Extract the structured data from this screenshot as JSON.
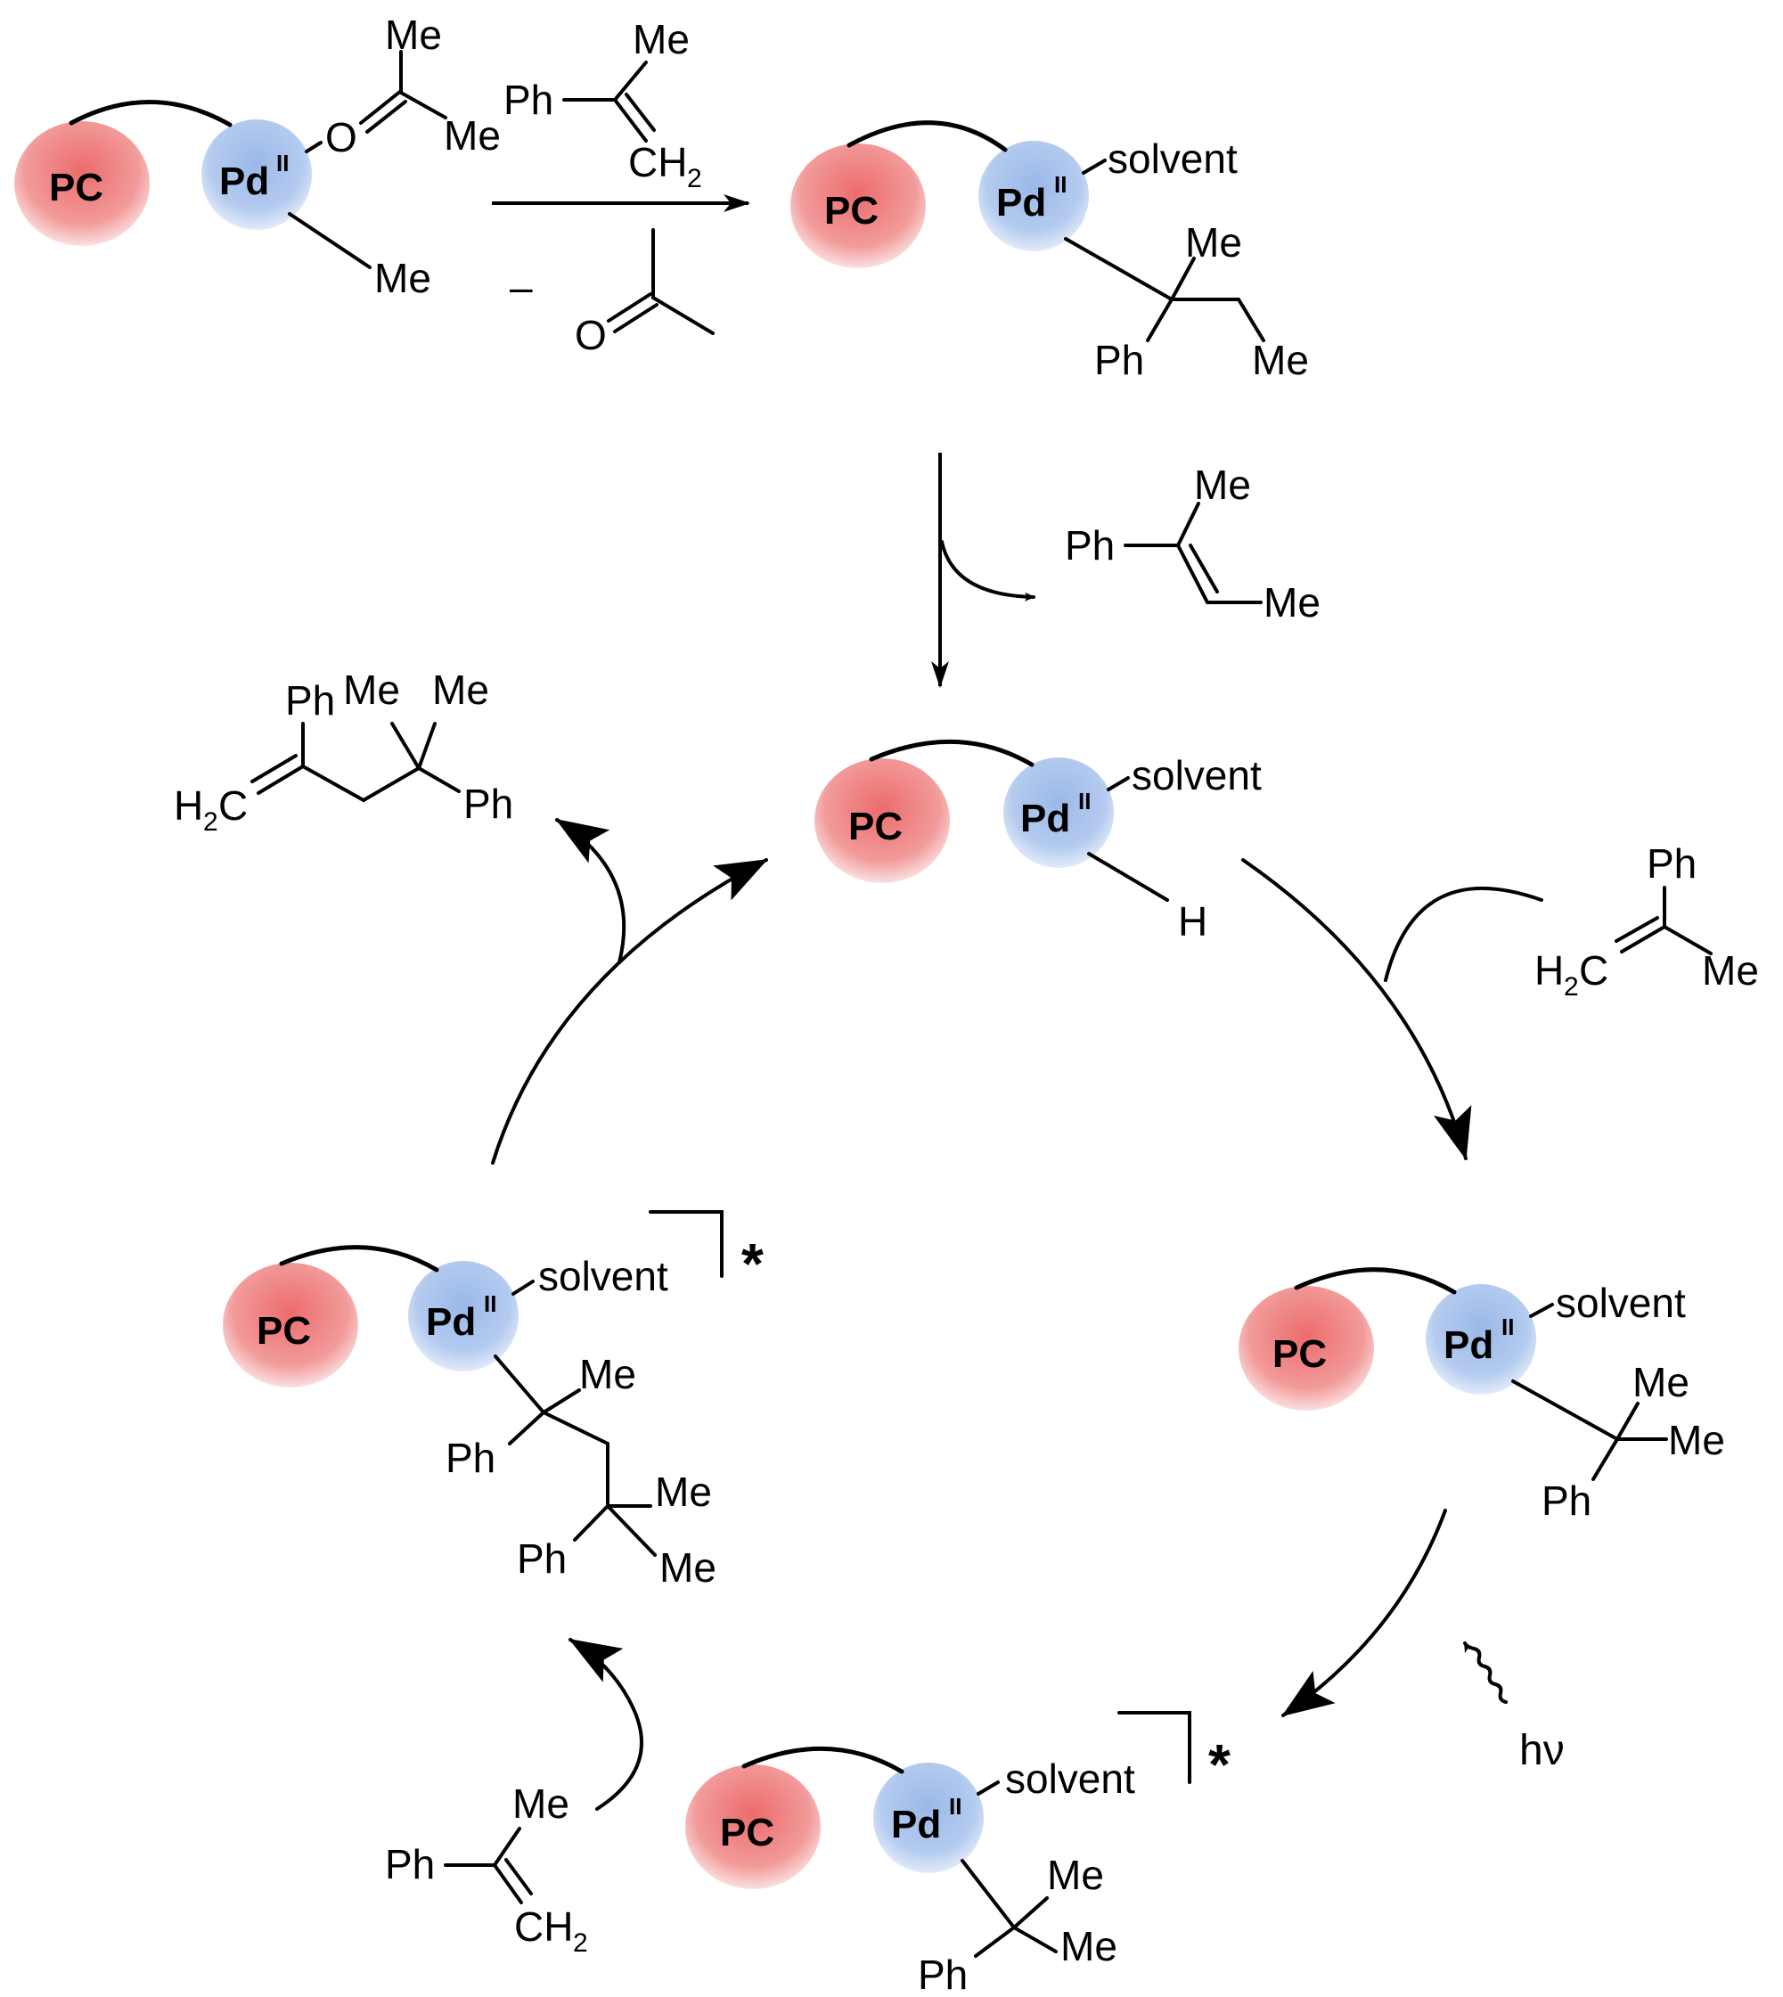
{
  "labels": {
    "pc": "PC",
    "pd": "Pd",
    "pd_ox": "II",
    "me": "Me",
    "ph": "Ph",
    "o": "O",
    "h": "H",
    "ch2": "CH",
    "h2c_h": "H",
    "h2c_c": "C",
    "two": "2",
    "solvent": "solvent",
    "minus": "–",
    "star": "*",
    "hv": "hν"
  }
}
